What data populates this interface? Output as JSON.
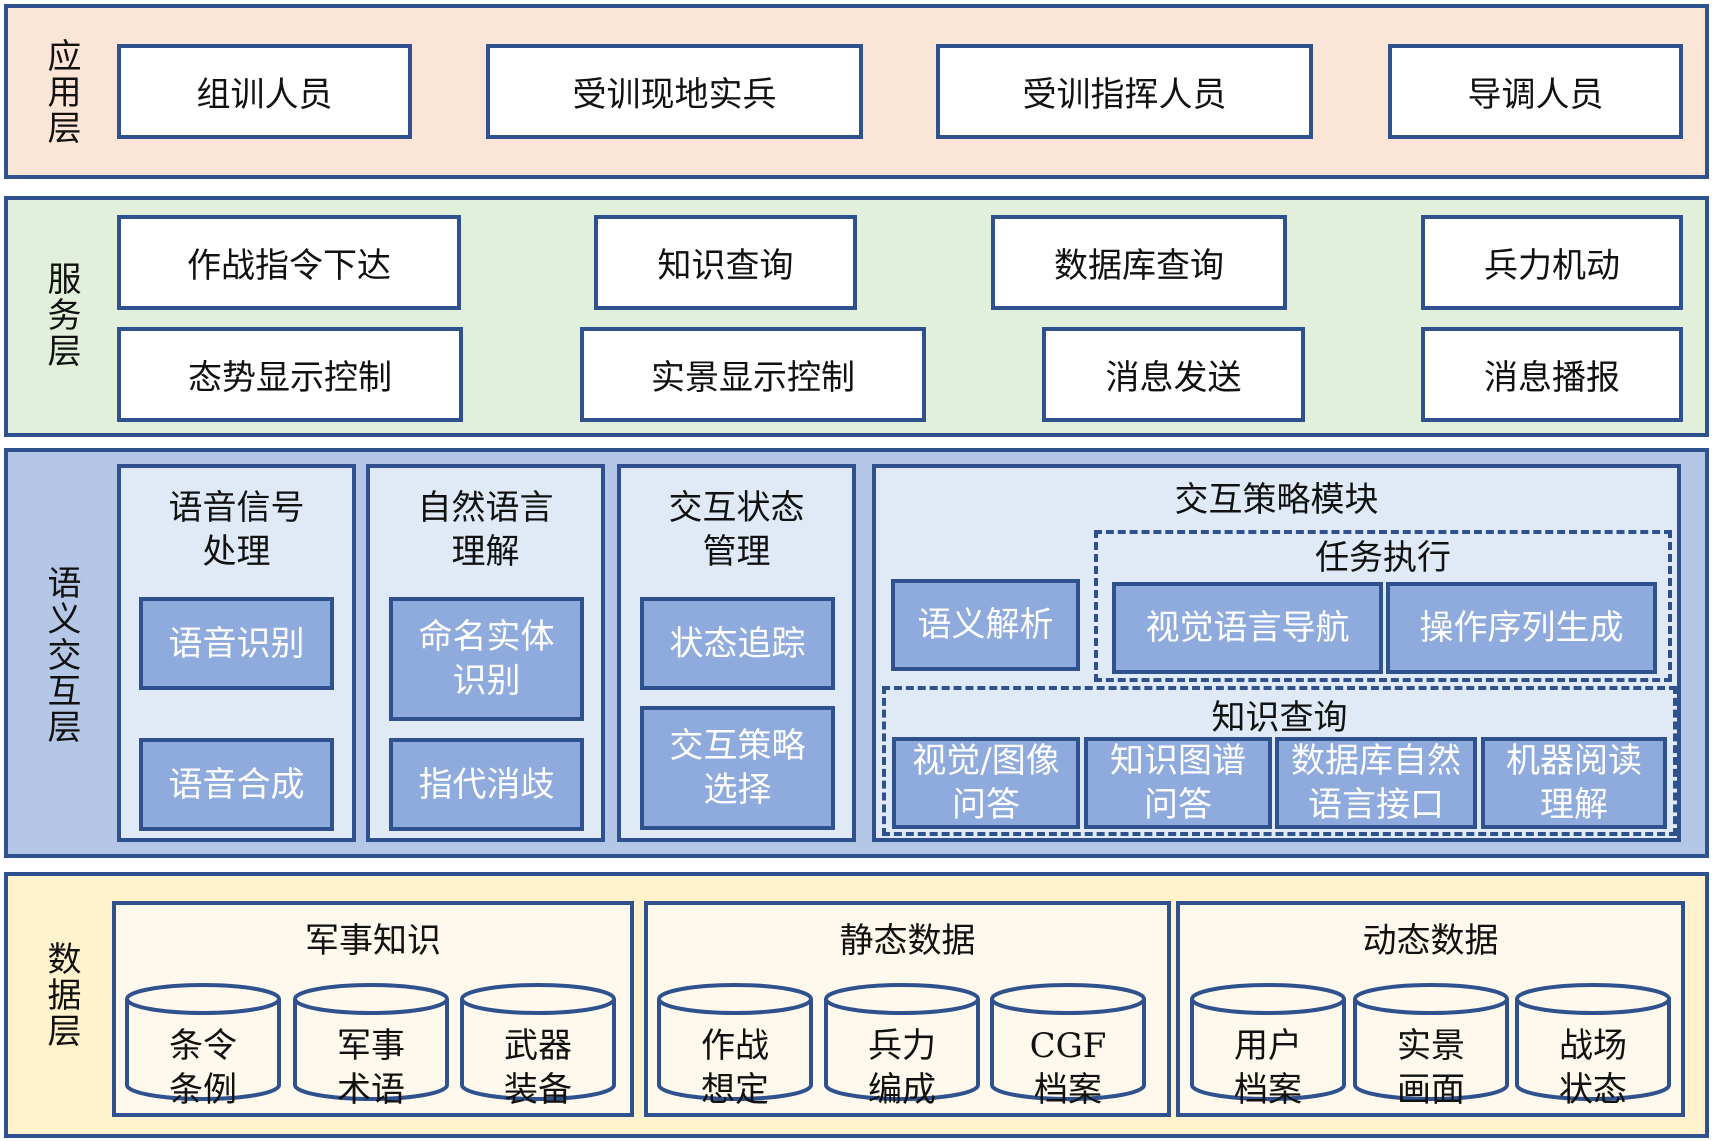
{
  "layers": {
    "application": {
      "label": "应用层",
      "items": [
        "组训人员",
        "受训现地实兵",
        "受训指挥人员",
        "导调人员"
      ]
    },
    "service": {
      "label": "服务层",
      "row1": [
        "作战指令下达",
        "知识查询",
        "数据库查询",
        "兵力机动"
      ],
      "row2": [
        "态势显示控制",
        "实景显示控制",
        "消息发送",
        "消息播报"
      ]
    },
    "semantic": {
      "label": "语义交互层",
      "speech": {
        "title": "语音信号\n处理",
        "items": [
          "语音识别",
          "语音合成"
        ]
      },
      "nlu": {
        "title": "自然语言\n理解",
        "items": [
          "命名实体\n识别",
          "指代消歧"
        ]
      },
      "state": {
        "title": "交互状态\n管理",
        "items": [
          "状态追踪",
          "交互策略\n选择"
        ]
      },
      "strategy": {
        "title": "交互策略模块",
        "parse": "语义解析",
        "task": {
          "title": "任务执行",
          "items": [
            "视觉语言导航",
            "操作序列生成"
          ]
        },
        "knowledge": {
          "title": "知识查询",
          "items": [
            "视觉/图像\n问答",
            "知识图谱\n问答",
            "数据库自然\n语言接口",
            "机器阅读\n理解"
          ]
        }
      }
    },
    "data": {
      "label": "数据层",
      "groups": [
        {
          "title": "军事知识",
          "stores": [
            "条令\n条例",
            "军事\n术语",
            "武器\n装备"
          ]
        },
        {
          "title": "静态数据",
          "stores": [
            "作战\n想定",
            "兵力\n编成",
            "CGF\n档案"
          ]
        },
        {
          "title": "动态数据",
          "stores": [
            "用户\n档案",
            "实景\n画面",
            "战场\n状态"
          ]
        }
      ]
    }
  },
  "colors": {
    "border": "#2f528f",
    "application_bg": "#fbe5d6",
    "service_bg": "#e2efda",
    "semantic_bg": "#b4c7e7",
    "semantic_panel_bg": "#dfeaf6",
    "module_fill": "#8faadc",
    "data_bg": "#fff2cc",
    "store_bg": "#fef9ec"
  }
}
